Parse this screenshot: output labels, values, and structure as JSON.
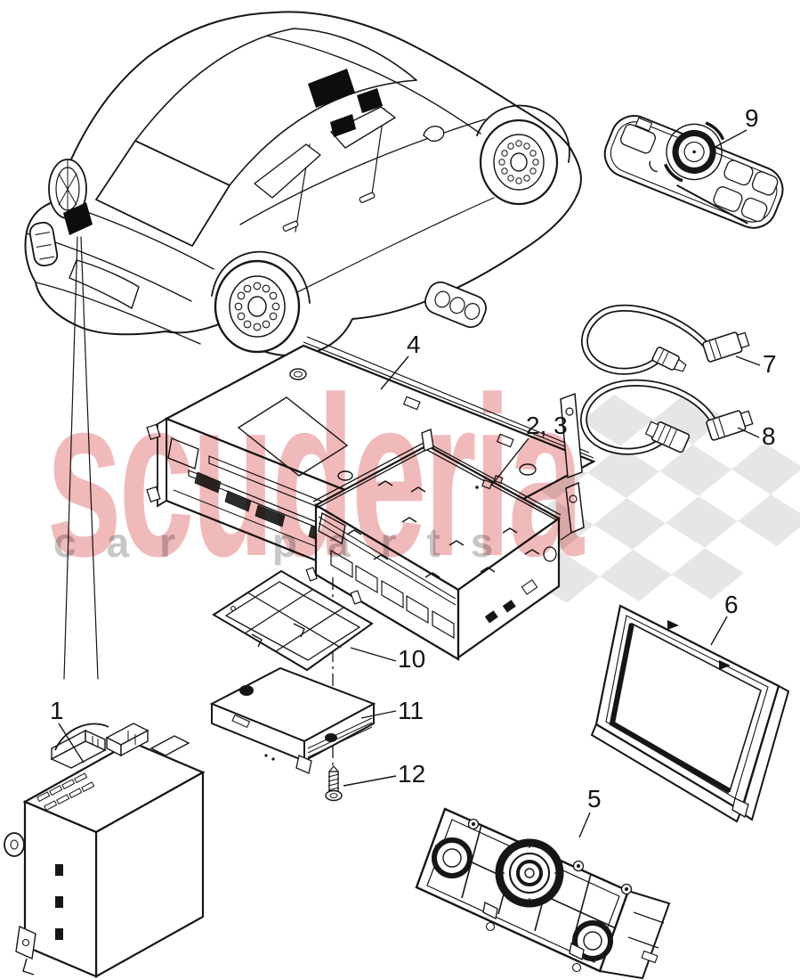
{
  "page": {
    "type": "parts-diagram",
    "vehicle": "Bentley Mulsanne rear 3/4 line drawing"
  },
  "watermark": {
    "brand": "scuderia",
    "subtitle": "car parts",
    "brand_color": "rgba(221,90,90,0.42)",
    "subtitle_color": "rgba(130,130,130,0.45)",
    "flag_color": "#e4e7e4"
  },
  "callouts": {
    "amplifier": "1",
    "tuner_unit": "2, 3",
    "cd_changer": "4",
    "control_panel": "5",
    "display_screen": "6",
    "cable_short": "7",
    "cable_long": "8",
    "remote_control": "9",
    "mounting_tray": "10",
    "hard_drive": "11",
    "screw": "12"
  }
}
